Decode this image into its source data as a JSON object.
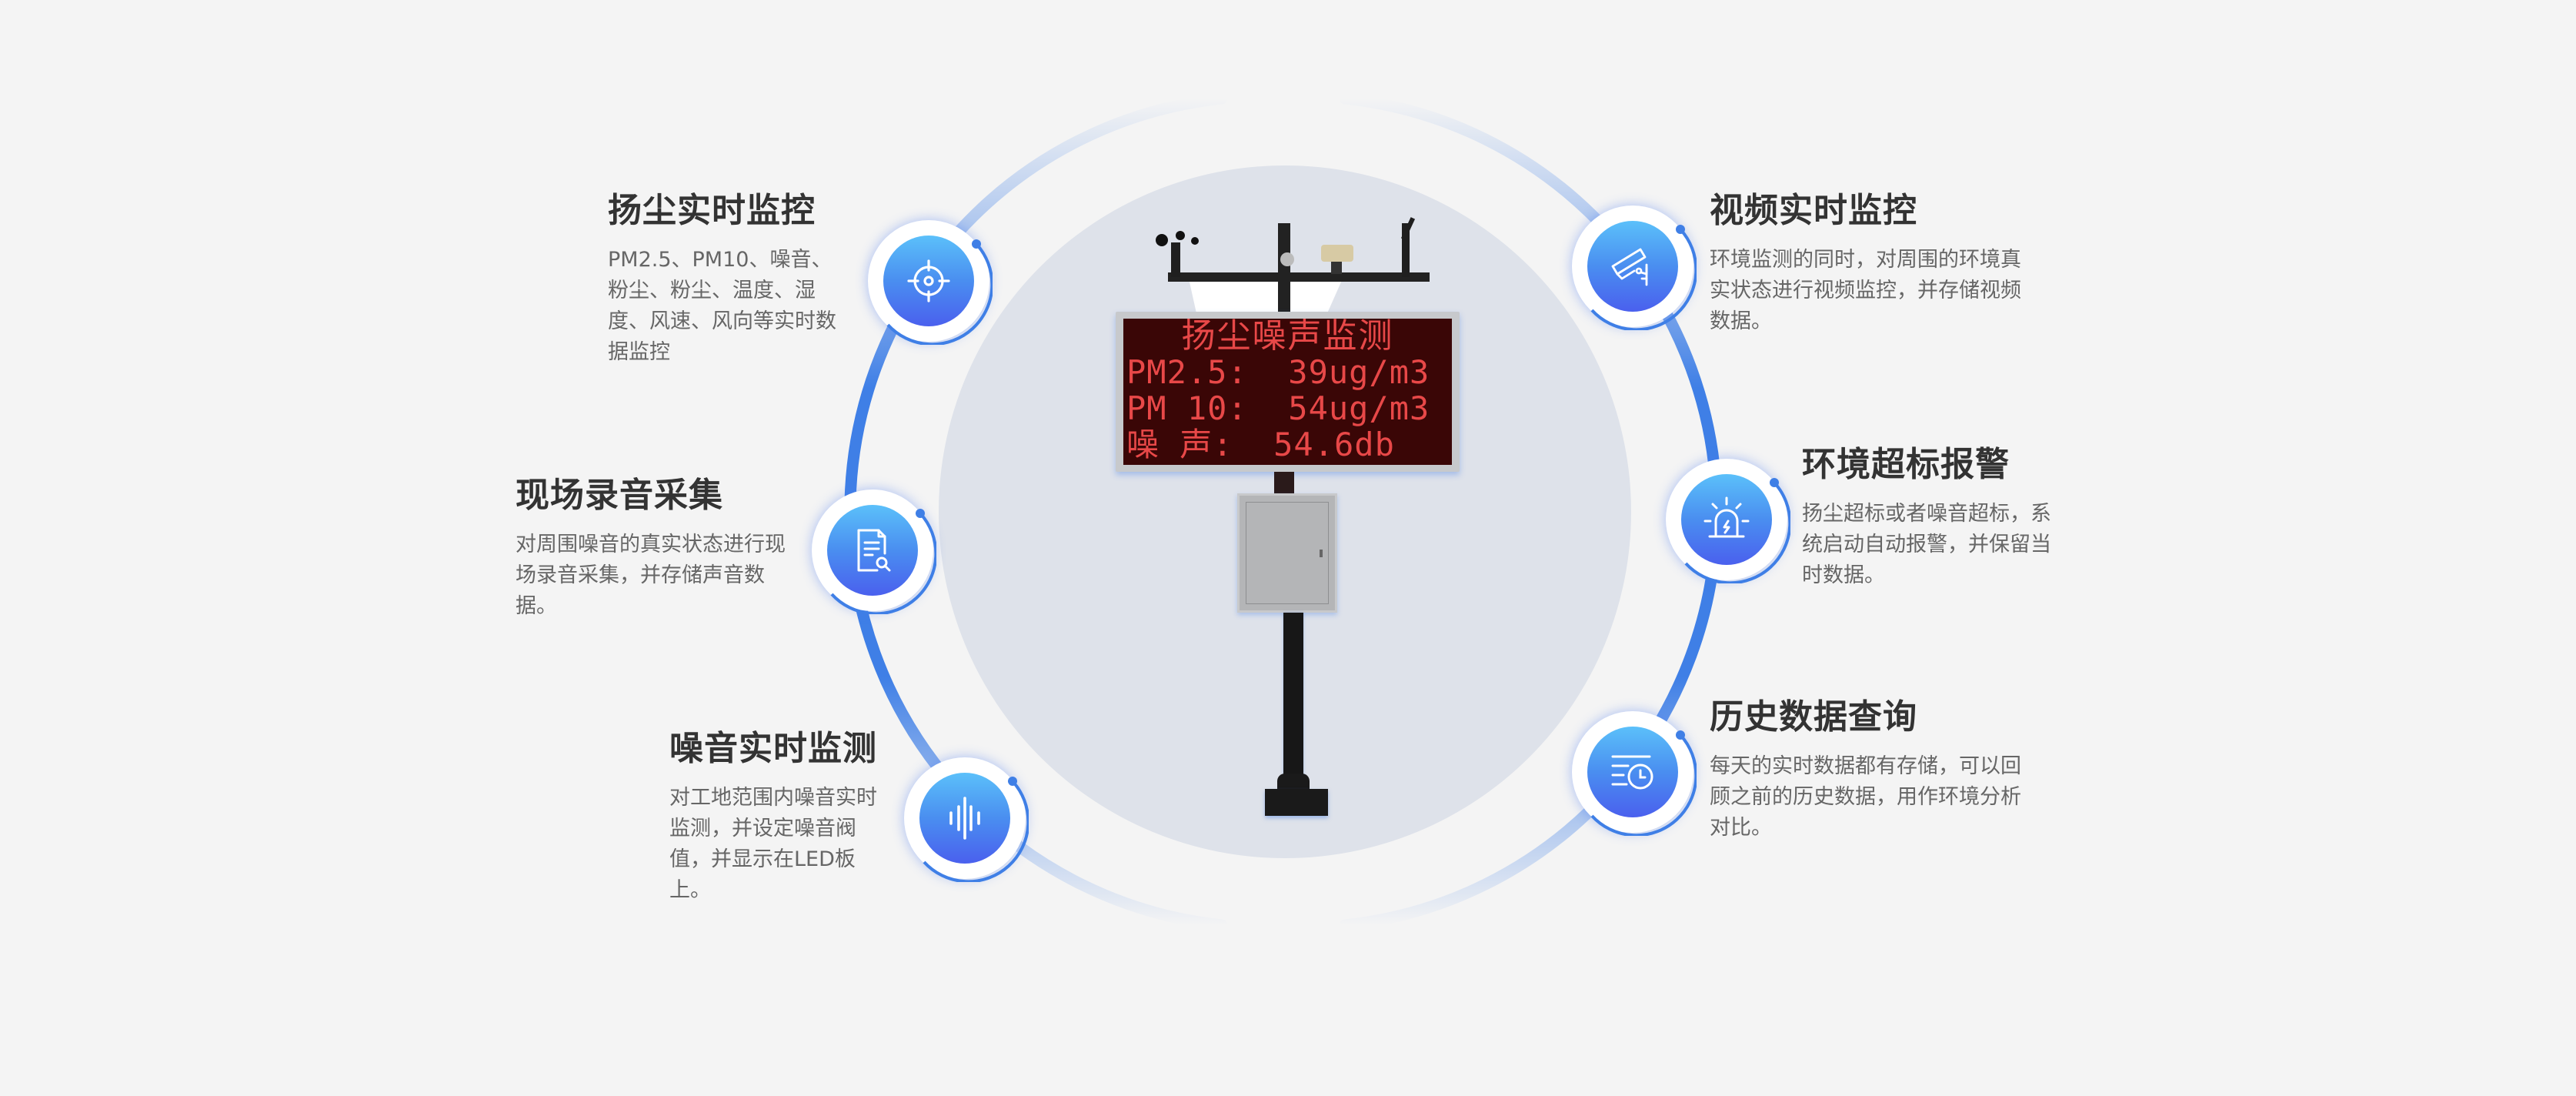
{
  "device": {
    "led_display": {
      "title": "扬尘噪声监测",
      "lines": [
        "PM2.5:  39ug/m3",
        "PM 10:  54ug/m3",
        "噪 声:  54.6db"
      ]
    }
  },
  "colors": {
    "background": "#f4f4f4",
    "inner_circle": "#dee2ea",
    "ring_blue": "#3f7fe6",
    "icon_gradient_top": "#5bc0fa",
    "icon_gradient_bottom": "#4a60ee",
    "title_text": "#333333",
    "desc_text": "#666666"
  },
  "features": [
    {
      "icon": "target-crosshair-icon",
      "title": "扬尘实时监控",
      "desc_lines": [
        "PM2.5、PM10、噪音、",
        "粉尘、粉尘、温度、湿",
        "度、风速、风向等实时数",
        "据监控"
      ]
    },
    {
      "icon": "document-search-icon",
      "title": "现场录音采集",
      "desc_lines": [
        "对周围噪音的真实状态进行现",
        "场录音采集，并存储声音数",
        "据。"
      ]
    },
    {
      "icon": "sound-wave-icon",
      "title": "噪音实时监测",
      "desc_lines": [
        "对工地范围内噪音实时",
        "监测，并设定噪音阀",
        "值，并显示在LED板",
        "上。"
      ]
    },
    {
      "icon": "security-camera-icon",
      "title": "视频实时监控",
      "desc_lines": [
        "环境监测的同时，对周围的环境真",
        "实状态进行视频监控，并存储视频",
        "数据。"
      ]
    },
    {
      "icon": "alarm-siren-icon",
      "title": "环境超标报警",
      "desc_lines": [
        "扬尘超标或者噪音超标，系",
        "统启动自动报警，并保留当",
        "时数据。"
      ]
    },
    {
      "icon": "history-clock-list-icon",
      "title": "历史数据查询",
      "desc_lines": [
        "每天的实时数据都有存储，可以回",
        "顾之前的历史数据，用作环境分析",
        "对比。"
      ]
    }
  ]
}
